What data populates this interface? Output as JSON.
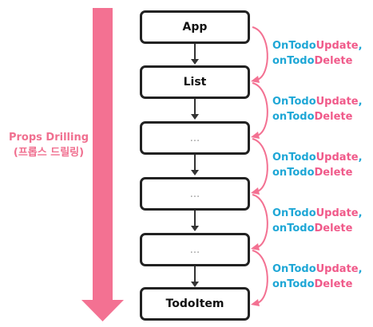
{
  "colors": {
    "arrow_pink": "#f37192",
    "label_pink": "#f07090",
    "blue": "#1fa7d6",
    "pink": "#f05a8a",
    "box_border": "#222222",
    "dots": "#999999"
  },
  "side_label": {
    "line1": "Props Drilling",
    "line2": "(프롭스 드릴링)"
  },
  "boxes": [
    {
      "label": "App"
    },
    {
      "label": "List"
    },
    {
      "label": "..."
    },
    {
      "label": "..."
    },
    {
      "label": "..."
    },
    {
      "label": "TodoItem"
    }
  ],
  "props_labels": [
    {
      "line1": [
        "On",
        "Todo",
        "Update",
        ","
      ],
      "line2": [
        "on",
        "Todo",
        "Delete"
      ]
    },
    {
      "line1": [
        "On",
        "Todo",
        "Update",
        ","
      ],
      "line2": [
        "on",
        "Todo",
        "Delete"
      ]
    },
    {
      "line1": [
        "On",
        "Todo",
        "Update",
        ","
      ],
      "line2": [
        "on",
        "Todo",
        "Delete"
      ]
    },
    {
      "line1": [
        "On",
        "Todo",
        "Update",
        ","
      ],
      "line2": [
        "on",
        "Todo",
        "Delete"
      ]
    },
    {
      "line1": [
        "On",
        "Todo",
        "Update",
        ","
      ],
      "line2": [
        "on",
        "Todo",
        "Delete"
      ]
    }
  ]
}
